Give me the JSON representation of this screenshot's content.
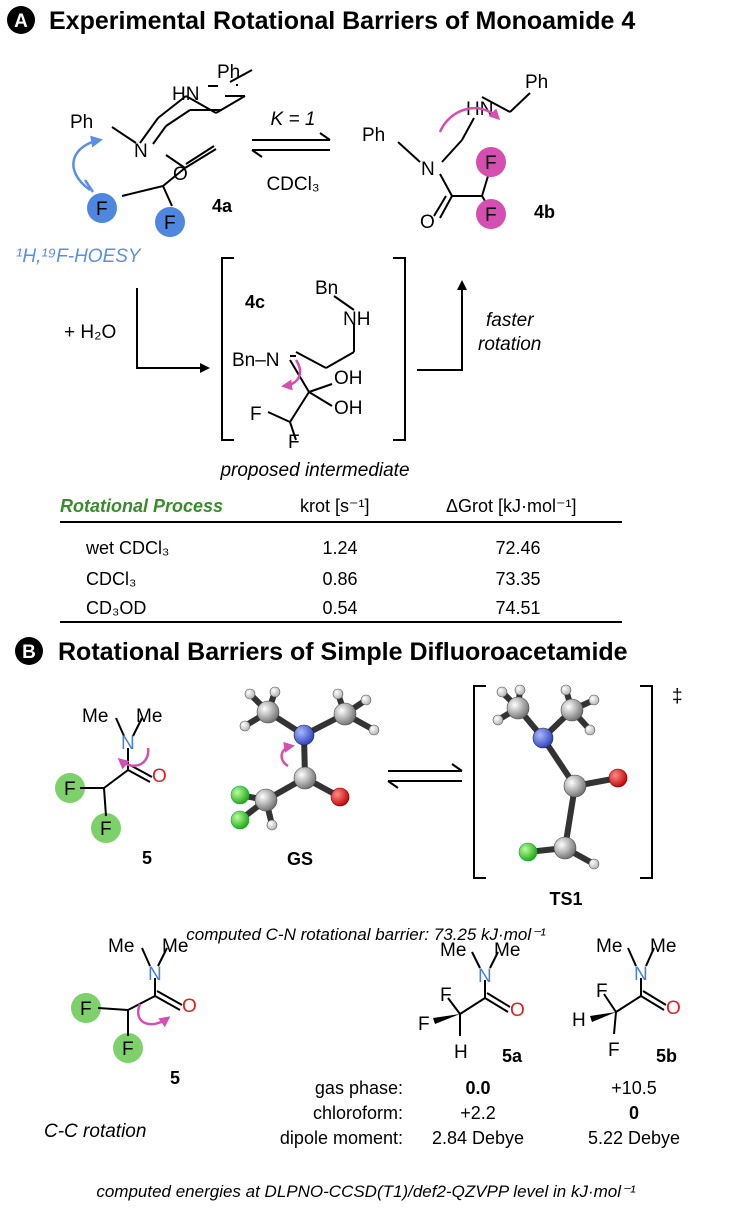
{
  "panel_a": {
    "badge": "A",
    "title": "Experimental Rotational Barriers of Monoamide 4",
    "label_4a": "4a",
    "label_4b": "4b",
    "label_4c": "4c",
    "equilibrium_K": "K = 1",
    "solvent": "CDCl₃",
    "hoesy": "¹H,¹⁹F-HOESY",
    "water": "+ H₂O",
    "faster": "faster",
    "rotation": "rotation",
    "proposed": "proposed intermediate",
    "atoms": {
      "ph": "Ph",
      "hn": "HN",
      "n": "N",
      "o": "O",
      "f": "F",
      "bn": "Bn",
      "nh": "NH",
      "oh": "OH",
      "bn_n": "Bn–N"
    }
  },
  "table": {
    "headers": [
      "Rotational Process",
      "krot [s⁻¹]",
      "ΔGrot [kJ·mol⁻¹]"
    ],
    "rows": [
      [
        "wet CDCl₃",
        "1.24",
        "72.46"
      ],
      [
        "CDCl₃",
        "0.86",
        "73.35"
      ],
      [
        "CD₃OD",
        "0.54",
        "74.51"
      ]
    ],
    "header_color": "#3a8a2e"
  },
  "panel_b": {
    "badge": "B",
    "title": "Rotational Barriers of Simple Difluoroacetamide",
    "label_5": "5",
    "label_gs": "GS",
    "label_ts1": "TS1",
    "dagger": "‡",
    "me": "Me",
    "computed_barrier": "computed C-N rotational barrier: 73.25 kJ·mol⁻¹",
    "cc_rotation": "C-C rotation",
    "label_5a": "5a",
    "label_5b": "5b",
    "energy_rows": [
      {
        "label": "gas phase:",
        "a": "0.0",
        "b": "+10.5"
      },
      {
        "label": "chloroform:",
        "a": "+2.2",
        "b": "0"
      },
      {
        "label": "dipole moment:",
        "a": "2.84 Debye",
        "b": "5.22 Debye"
      }
    ],
    "footer": "computed energies at DLPNO-CCSD(T1)/def2-QZVPP level in kJ·mol⁻¹"
  },
  "colors": {
    "blue_f": "#4f86e0",
    "magenta_f": "#d44fb0",
    "green_f": "#7dd06a",
    "arrow_blue": "#5b8ee6",
    "arrow_magenta": "#d44fb0",
    "n_blue": "#4a7fd8",
    "o_red": "#e02020",
    "hoesy_text": "#5b8ee6"
  }
}
